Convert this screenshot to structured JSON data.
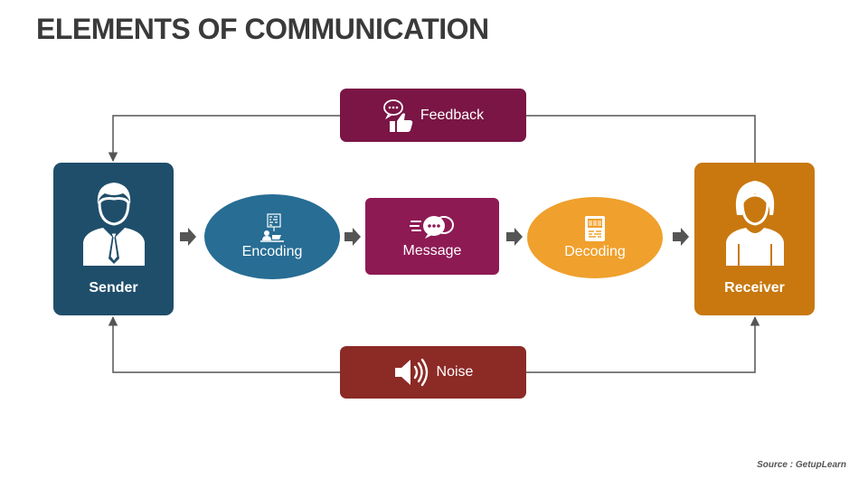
{
  "title": "ELEMENTS OF COMMUNICATION",
  "nodes": {
    "sender": "Sender",
    "encoding": "Encoding",
    "message": "Message",
    "decoding": "Decoding",
    "receiver": "Receiver",
    "feedback": "Feedback",
    "noise": "Noise"
  },
  "colors": {
    "sender": "#1f4e6b",
    "encoding": "#276d94",
    "message": "#8e1a54",
    "decoding": "#f0a02c",
    "receiver": "#c8780f",
    "feedback": "#7a1545",
    "noise": "#8c2a26",
    "arrow": "#555555"
  },
  "icons": {
    "sender": "man-with-tie-icon",
    "encoding": "coding-laptop-icon",
    "message": "speech-bubble-icon",
    "decoding": "decoding-document-icon",
    "receiver": "woman-icon",
    "feedback": "thumbs-up-chat-icon",
    "noise": "speaker-icon"
  },
  "source": "Source : GetupLearn"
}
